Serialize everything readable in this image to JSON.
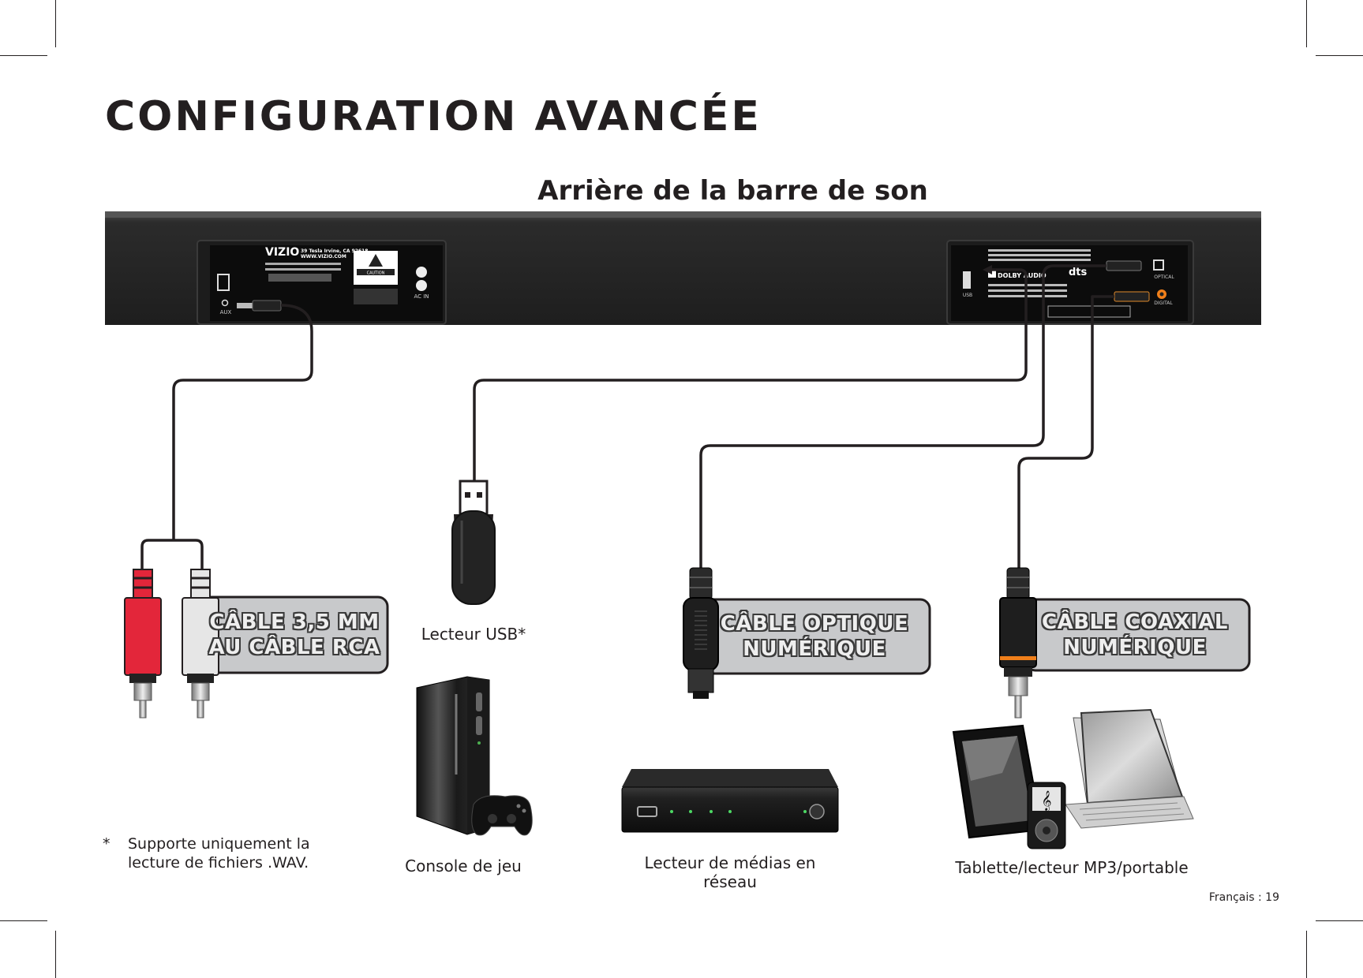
{
  "heading": "CONFIGURATION AVANCÉE",
  "subtitle": "Arrière de la barre de son",
  "callouts": {
    "rca": "CÂBLE 3,5 MM AU CÂBLE RCA",
    "optical": "CÂBLE OPTIQUE NUMÉRIQUE",
    "coaxial": "CÂBLE COAXIAL NUMÉRIQUE"
  },
  "devices": {
    "usb": "Lecteur USB*",
    "console": "Console de jeu",
    "media_player": "Lecteur de médias en réseau",
    "tablet": "Tablette/lecteur MP3/portable"
  },
  "footnote": {
    "mark": "*",
    "text": "Supporte uniquement la lecture de fichiers .WAV."
  },
  "panel_left": {
    "brand": "VIZIO",
    "address": "39 Tesla Irvine, CA 92618",
    "website": "WWW.VIZIO.COM",
    "caution": "CAUTION",
    "aux": "AUX",
    "ac_in": "AC IN"
  },
  "panel_right": {
    "dolby": "DOLBY AUDIO",
    "dts": "dts",
    "usb": "USB",
    "optical": "OPTICAL",
    "digital": "DIGITAL"
  },
  "page_number": "Français : 19",
  "colors": {
    "text": "#231f20",
    "bar": "#2a2a2a",
    "callout_fill": "#c8c9cb",
    "rca_red": "#e3263a",
    "rca_white": "#e6e6e6",
    "coax_ring": "#f07f1a"
  }
}
